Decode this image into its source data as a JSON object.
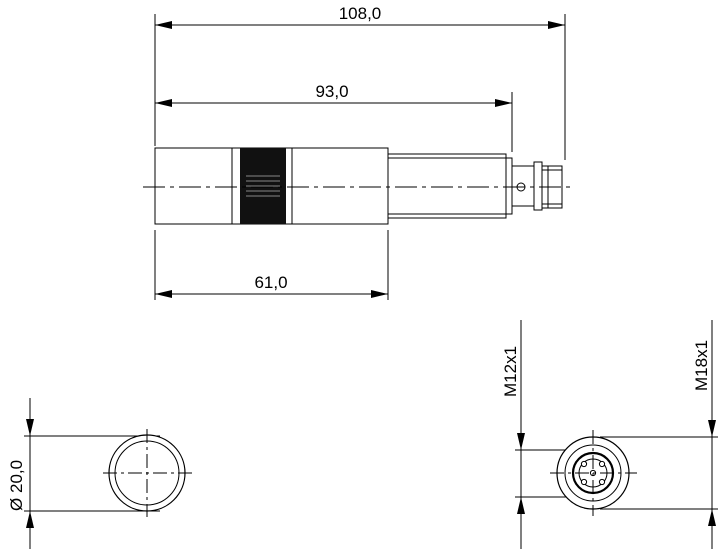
{
  "dimensions": {
    "overall_length": "108,0",
    "body_length": "93,0",
    "housing_length": "61,0",
    "housing_diameter": "20,0",
    "connector_thread": "M12x1",
    "body_thread": "M18x1"
  },
  "symbols": {
    "diameter": "Ø"
  }
}
